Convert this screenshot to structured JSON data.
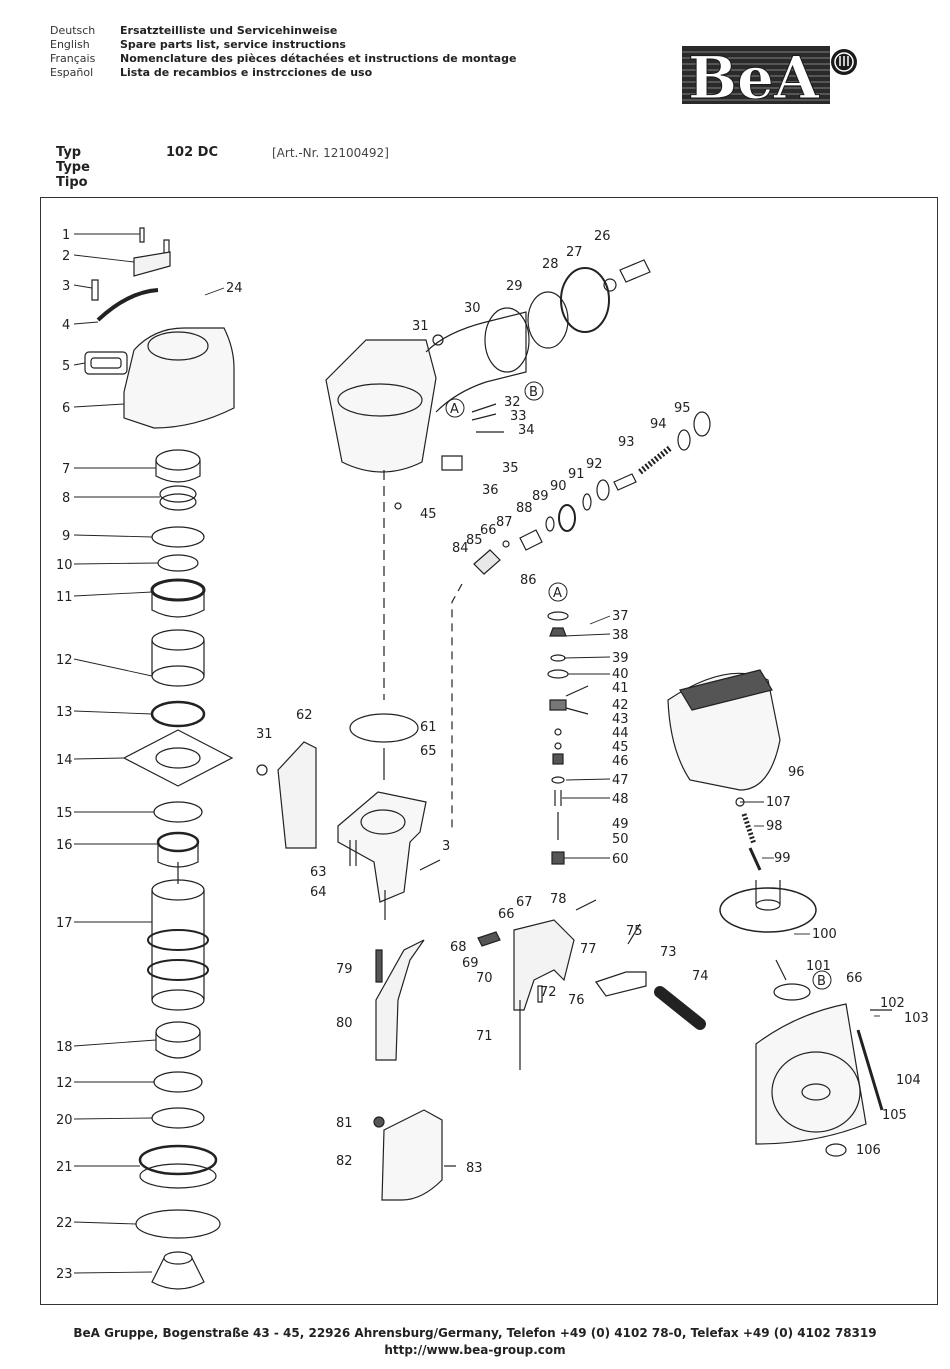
{
  "header": {
    "languages": [
      "Deutsch",
      "English",
      "Français",
      "Español"
    ],
    "descriptions": [
      "Ersatzteilliste und Servicehinweise",
      "Spare parts list, service instructions",
      "Nomenclature des pièces détachées et instructions de montage",
      "Lista de recambios e instrcciones de uso"
    ],
    "brand": "BeA"
  },
  "typeblock": {
    "labels": [
      "Typ",
      "Type",
      "Tipo"
    ],
    "model": "102 DC",
    "art_nr": "[Art.-Nr. 12100492]"
  },
  "diagram": {
    "left_column_numbers": [
      "1",
      "2",
      "3",
      "4",
      "5",
      "6",
      "7",
      "8",
      "9",
      "10",
      "11",
      "12",
      "13",
      "14",
      "15",
      "16",
      "17",
      "18",
      "12",
      "20",
      "21",
      "22",
      "23"
    ],
    "cap_callouts": [
      "24",
      "26",
      "27",
      "28",
      "29",
      "30",
      "31",
      "32",
      "33",
      "34",
      "35",
      "36",
      "45",
      "A",
      "B"
    ],
    "valve_callouts": [
      "84",
      "85",
      "66",
      "87",
      "86",
      "88",
      "89",
      "90",
      "91",
      "92",
      "93",
      "94",
      "95"
    ],
    "trigger_stack_callouts": [
      "A",
      "37",
      "38",
      "39",
      "40",
      "41",
      "42",
      "43",
      "44",
      "45",
      "46",
      "47",
      "48",
      "49",
      "50",
      "60"
    ],
    "center_callouts": [
      "61",
      "62",
      "31",
      "65",
      "3",
      "63",
      "64",
      "79",
      "80",
      "81",
      "82",
      "83"
    ],
    "trigger_callouts": [
      "67",
      "78",
      "66",
      "68",
      "69",
      "70",
      "72",
      "77",
      "76",
      "71",
      "75",
      "73",
      "74"
    ],
    "magazine_callouts": [
      "96",
      "107",
      "98",
      "99",
      "100",
      "101",
      "B",
      "66",
      "102",
      "103",
      "104",
      "105",
      "106"
    ]
  },
  "footer": {
    "line1": "BeA Gruppe, Bogenstraße 43 - 45, 22926 Ahrensburg/Germany, Telefon +49 (0) 4102 78-0,   Telefax +49 (0) 4102 78319",
    "line2": "http://www.bea-group.com"
  }
}
